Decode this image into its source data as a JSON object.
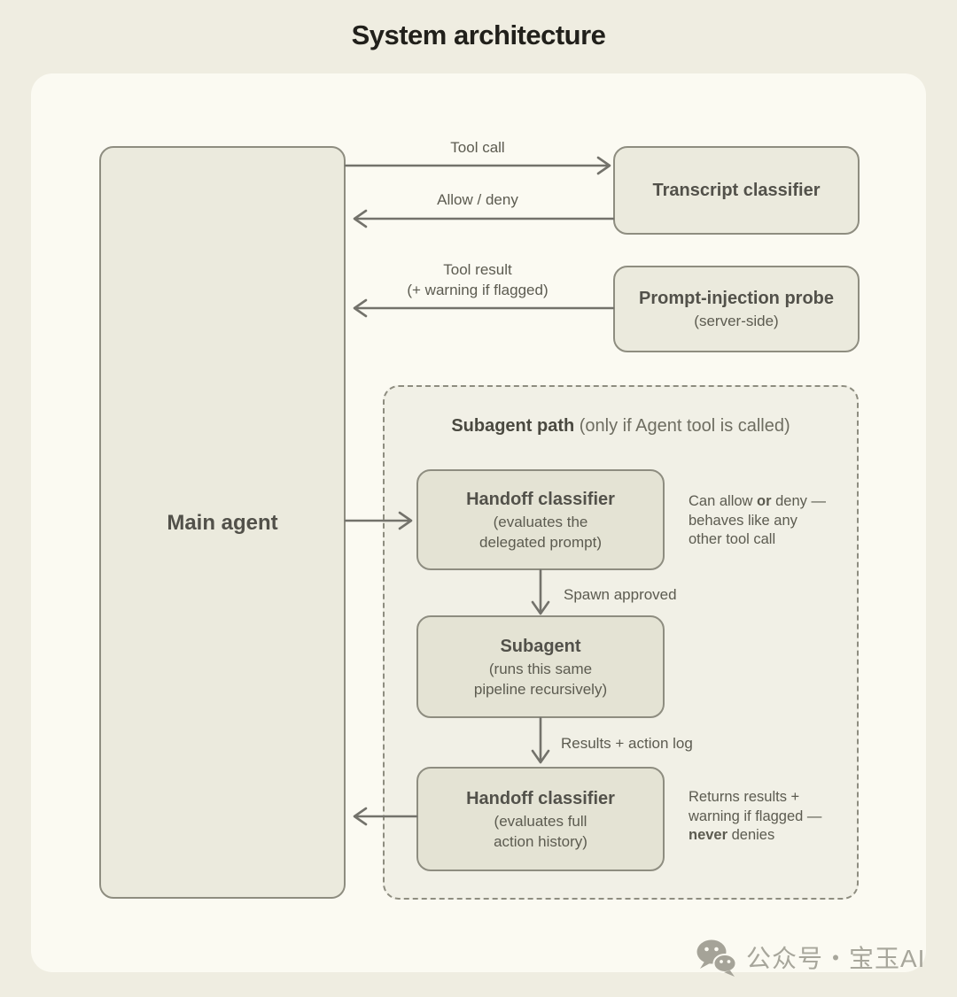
{
  "title": "System architecture",
  "nodes": {
    "main_agent": {
      "label": "Main agent"
    },
    "transcript_classifier": {
      "label": "Transcript classifier"
    },
    "prompt_injection_probe": {
      "label": "Prompt-injection probe",
      "sub": "(server-side)"
    },
    "subagent_path": {
      "label_bold": "Subagent path",
      "label_rest": " (only if Agent tool is called)"
    },
    "handoff_classifier_1": {
      "label": "Handoff classifier",
      "sub1": "(evaluates the",
      "sub2": "delegated prompt)"
    },
    "subagent": {
      "label": "Subagent",
      "sub1": "(runs this same",
      "sub2": "pipeline recursively)"
    },
    "handoff_classifier_2": {
      "label": "Handoff classifier",
      "sub1": "(evaluates full",
      "sub2": "action history)"
    }
  },
  "edges": {
    "tool_call": "Tool call",
    "allow_deny": "Allow / deny",
    "tool_result_line1": "Tool result",
    "tool_result_line2": "(+ warning if flagged)",
    "spawn_approved": "Spawn approved",
    "results_action_log": "Results + action log"
  },
  "annotations": {
    "a1": {
      "l1_pre": "Can allow ",
      "l1_bold": "or",
      "l1_post": " deny —",
      "l2": "behaves like any",
      "l3": "other tool call"
    },
    "a2": {
      "l1": "Returns results +",
      "l2": "warning if flagged —",
      "l3_bold": "never",
      "l3_post": " denies"
    }
  },
  "watermark": {
    "icon": "wechat-icon",
    "text": "公众号・宝玉AI"
  },
  "colors": {
    "page_background": "#efede1",
    "panel_background": "#fbfaf2",
    "box_fill_outer": "#ebeadd",
    "box_fill_inner": "#e4e3d4",
    "dashed_container_fill": "#f1f0e6",
    "border": "#8e8d80",
    "arrow": "#73726b",
    "title_text": "#21201b",
    "heading_text": "#52514a",
    "body_text": "#5c5b50",
    "watermark_text": "#a7a69b"
  }
}
